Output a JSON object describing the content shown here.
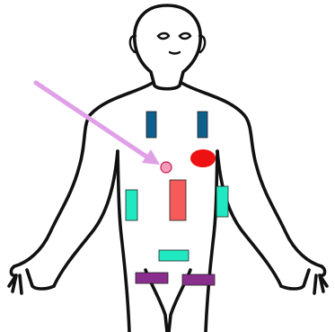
{
  "figure": {
    "subject": "human-body-outline",
    "colors": {
      "outline": "#111111",
      "blue": "#0f5f8c",
      "red": "#ee1111",
      "pink_circle": "#f59cb6",
      "salmon": "#f55b5b",
      "teal": "#20e8c0",
      "purple": "#8a2e8e",
      "arrow": "#e0a0e8"
    },
    "markers": [
      {
        "id": "upper-left-blue-bar",
        "shape": "rect",
        "color": "blue"
      },
      {
        "id": "upper-right-blue-bar",
        "shape": "rect",
        "color": "blue"
      },
      {
        "id": "red-oval",
        "shape": "ellipse",
        "color": "red"
      },
      {
        "id": "pink-circle",
        "shape": "circle",
        "color": "pink_circle"
      },
      {
        "id": "center-salmon-bar",
        "shape": "rect",
        "color": "salmon"
      },
      {
        "id": "left-side-teal-pad",
        "shape": "rect",
        "color": "teal"
      },
      {
        "id": "right-side-teal-pad",
        "shape": "rect",
        "color": "teal"
      },
      {
        "id": "lower-teal-bar",
        "shape": "rect",
        "color": "teal"
      },
      {
        "id": "left-purple-bar",
        "shape": "rect",
        "color": "purple"
      },
      {
        "id": "right-purple-bar",
        "shape": "rect",
        "color": "purple"
      }
    ],
    "arrow": {
      "color": "arrow",
      "points_to": "pink-circle"
    }
  }
}
